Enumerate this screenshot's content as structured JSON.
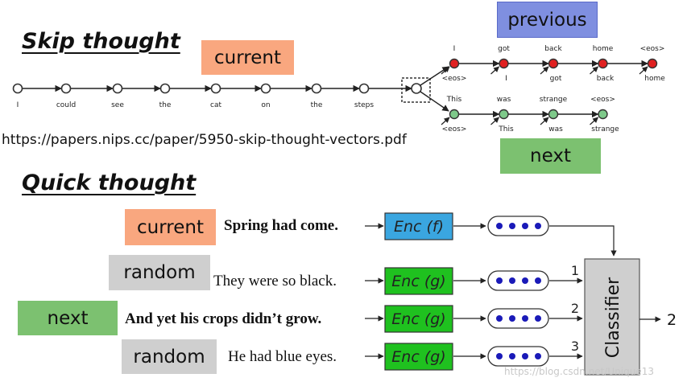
{
  "skip_thought": {
    "heading": "Skip thought",
    "current_label": "current",
    "previous_label": "previous",
    "next_label": "next",
    "source_url": "https://papers.nips.cc/paper/5950-skip-thought-vectors.pdf",
    "current_tokens": [
      "I",
      "could",
      "see",
      "the",
      "cat",
      "on",
      "the",
      "steps"
    ],
    "previous_outputs": [
      "I",
      "got",
      "back",
      "home",
      "<eos>"
    ],
    "previous_inputs": [
      "<eos>",
      "I",
      "got",
      "back",
      "home"
    ],
    "next_outputs": [
      "This",
      "was",
      "strange",
      "<eos>"
    ],
    "next_inputs": [
      "<eos>",
      "This",
      "was",
      "strange"
    ],
    "colors": {
      "previous_nodes": "#e02020",
      "next_nodes": "#7ec98a"
    }
  },
  "quick_thought": {
    "heading": "Quick thought",
    "rows": [
      {
        "label": "current",
        "sentence": "Spring had come.",
        "encoder": "Enc (f)"
      },
      {
        "label": "random",
        "sentence": "They were so black.",
        "encoder": "Enc (g)",
        "index": "1"
      },
      {
        "label": "next",
        "sentence": "And yet his crops didn’t grow.",
        "encoder": "Enc (g)",
        "index": "2"
      },
      {
        "label": "random",
        "sentence": "He had blue eyes.",
        "encoder": "Enc (g)",
        "index": "3"
      }
    ],
    "classifier_label": "Classifier",
    "output_value": "2",
    "colors": {
      "encoder_f": "#3aa6e0",
      "encoder_g": "#1fc11f",
      "embedding_dots": "#1a1ab8"
    }
  },
  "watermark": "https://blog.csdn.net/Unique13"
}
